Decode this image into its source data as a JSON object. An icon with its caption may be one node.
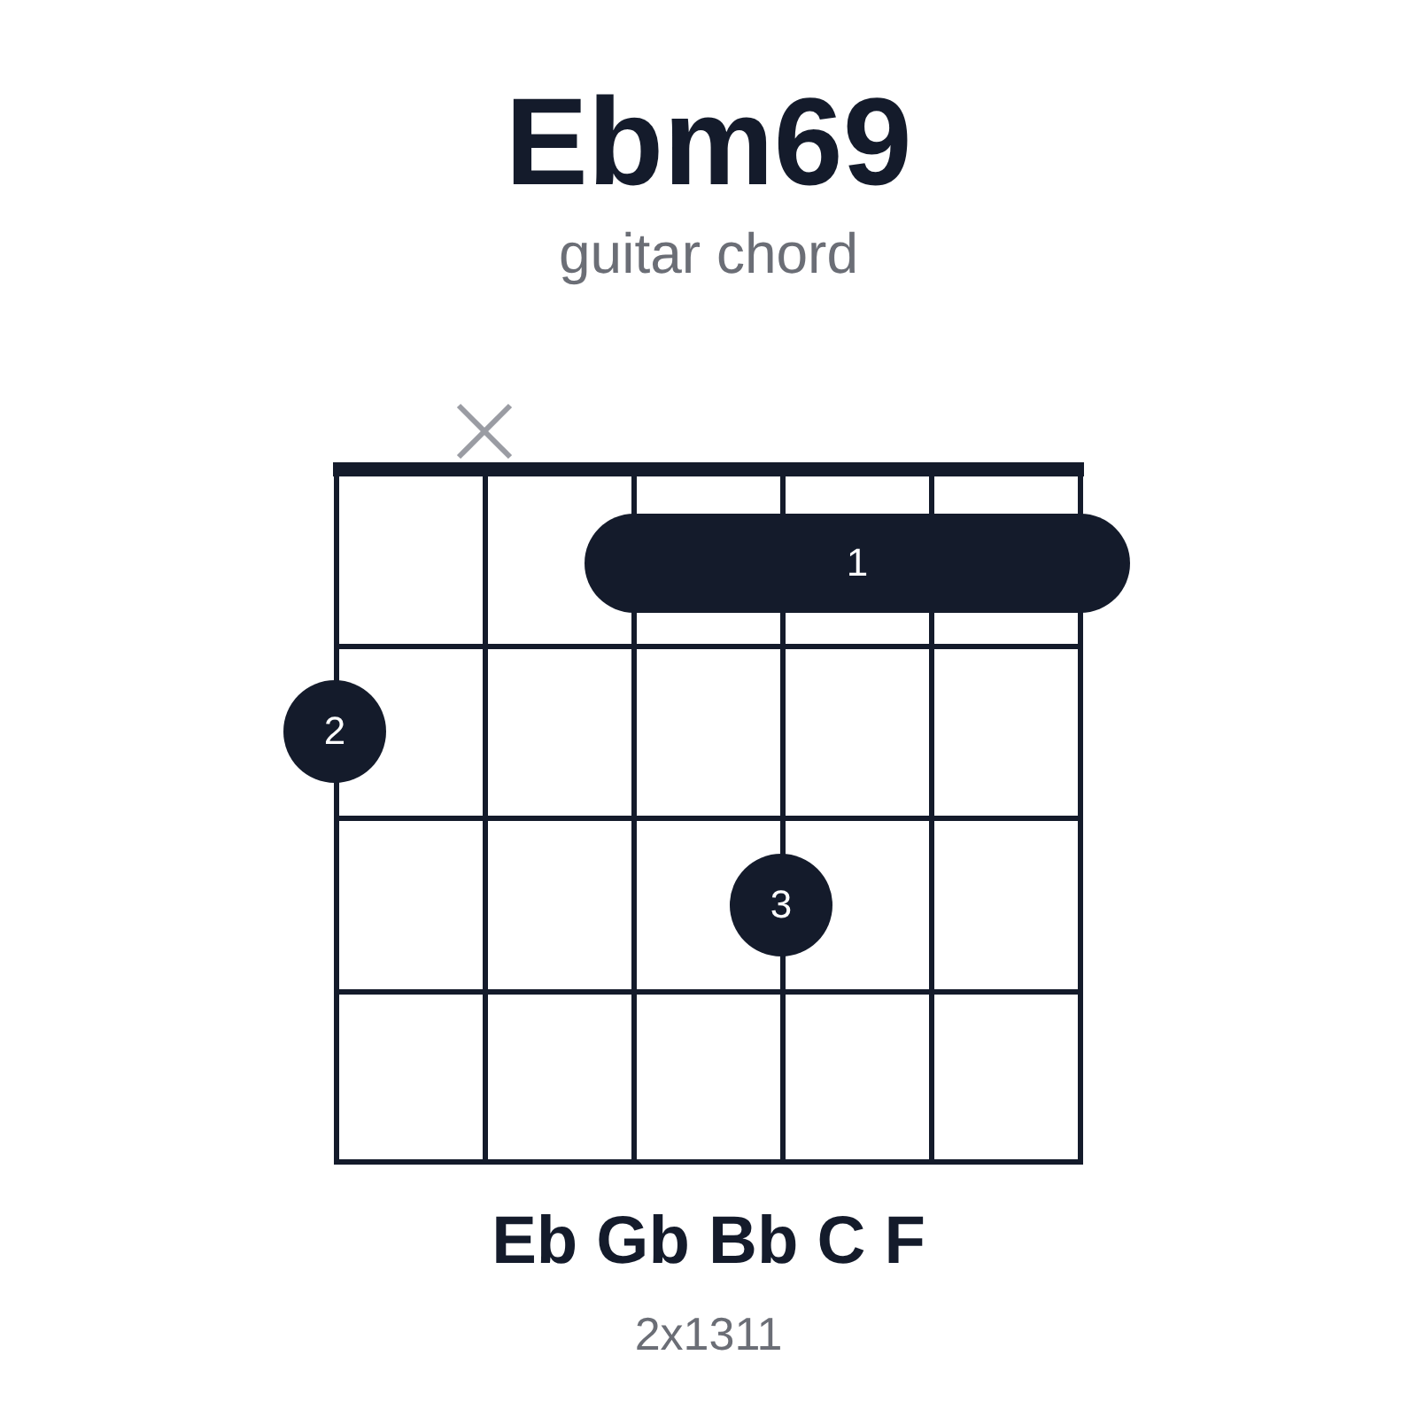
{
  "diagram": {
    "title": "Ebm69",
    "nodes": [
      {
        "text": [
          "1"
        ]
      },
      {
        "text": [
          "2"
        ]
      },
      {
        "text": [
          "3"
        ]
      }
    ],
    "labels": [
      "guitar chord",
      "Eb Gb Bb C F",
      "2x1311"
    ]
  }
}
